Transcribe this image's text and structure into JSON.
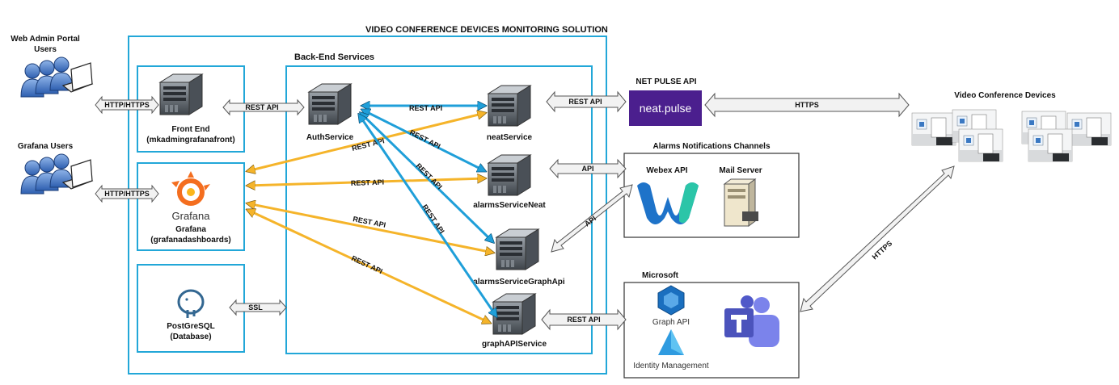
{
  "title": "VIDEO CONFERENCE DEVICES MONITORING SOLUTION",
  "backend_title": "Back-End Services",
  "users": {
    "web_admin_line1": "Web Admin Portal",
    "web_admin_line2": "Users",
    "grafana_users": "Grafana Users"
  },
  "protocols": {
    "http_https": "HTTP/HTTPS",
    "rest_api": "REST API",
    "ssl": "SSL",
    "api": "API",
    "https": "HTTPS"
  },
  "nodes": {
    "frontend_name": "Front End",
    "frontend_sub": "(mkadmingrafanafront)",
    "grafana_logo_text": "Grafana",
    "grafana_name": "Grafana",
    "grafana_sub": "(grafanadashboards)",
    "postgres_name": "PostGreSQL",
    "postgres_sub": "(Database)",
    "auth": "AuthService",
    "neat": "neatService",
    "alarms_neat": "alarmsServiceNeat",
    "alarms_graph": "alarmsServiceGraphApi",
    "graph_api_service": "graphAPIService"
  },
  "external": {
    "netpulse_title": "NET PULSE API",
    "netpulse_logo": "neat.pulse",
    "alarms_channels_title": "Alarms Notifications Channels",
    "webex_api": "Webex API",
    "mail_server": "Mail Server",
    "microsoft_title": "Microsoft",
    "graph_api": "Graph API",
    "identity_mgmt": "Identity Management",
    "devices_title": "Video Conference Devices"
  },
  "colors": {
    "frame_blue": "#22a7d8",
    "arrow_orange": "#f5b42a",
    "arrow_blue": "#1f9fd9",
    "netpulse_purple": "#4b1f8e"
  }
}
